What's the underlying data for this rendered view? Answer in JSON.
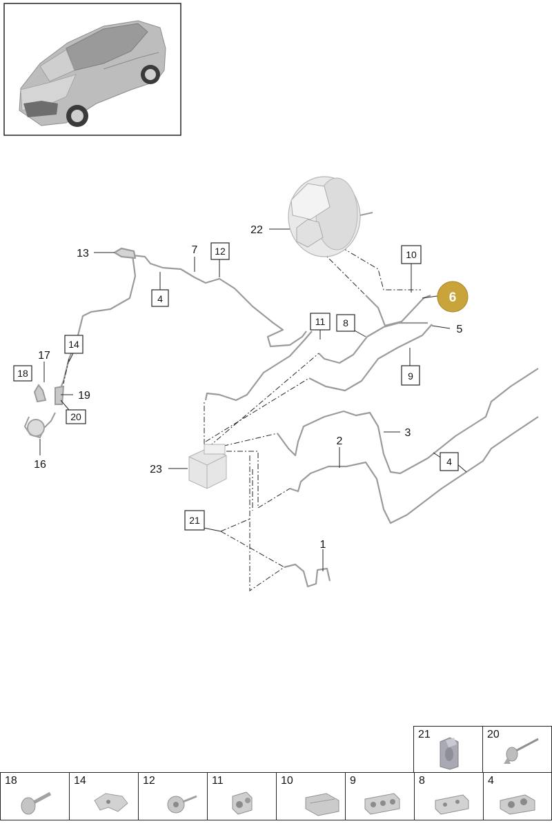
{
  "callouts": {
    "p1": "1",
    "p2": "2",
    "p3": "3",
    "p4a": "4",
    "p4b": "4",
    "p5": "5",
    "p6": "6",
    "p7": "7",
    "p8": "8",
    "p9": "9",
    "p10": "10",
    "p11": "11",
    "p12": "12",
    "p13": "13",
    "p14": "14",
    "p16": "16",
    "p17": "17",
    "p18": "18",
    "p19": "19",
    "p20": "20",
    "p21": "21",
    "p22": "22",
    "p23": "23"
  },
  "highlight_color": "#c9a43a",
  "thumbnails": {
    "t21": "21",
    "t20": "20",
    "t18": "18",
    "t14": "14",
    "t12": "12",
    "t11": "11",
    "t10": "10",
    "t9": "9",
    "t8": "8",
    "t4": "4"
  },
  "icons": {
    "car": "car-overview-icon",
    "booster": "brake-booster-icon",
    "abs": "abs-unit-icon"
  }
}
